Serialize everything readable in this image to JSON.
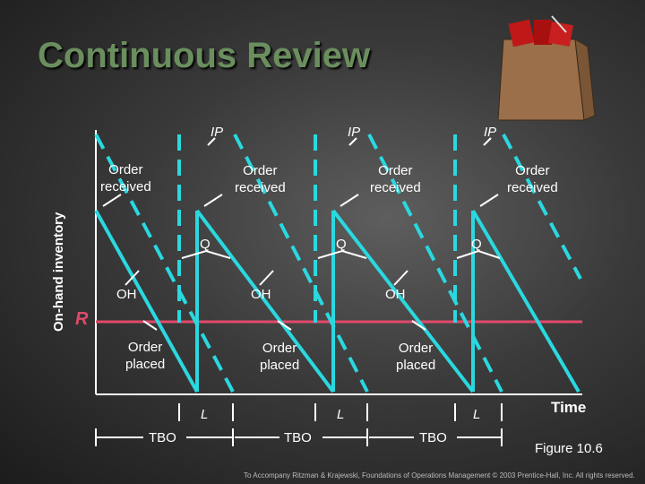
{
  "title": "Continuous Review",
  "y_axis_label": "On-hand inventory",
  "x_axis_label": "Time",
  "reorder_point_label": "R",
  "ip_labels": [
    "IP",
    "IP",
    "IP"
  ],
  "order_received_labels": [
    "Order\nreceived",
    "Order\nreceived",
    "Order\nreceived",
    "Order\nreceived"
  ],
  "q_labels": [
    "Q",
    "Q",
    "Q"
  ],
  "oh_labels": [
    "OH",
    "OH",
    "OH"
  ],
  "order_placed_labels": [
    "Order\nplaced",
    "Order\nplaced",
    "Order\nplaced"
  ],
  "l_labels": [
    "L",
    "L",
    "L"
  ],
  "tbo_labels": [
    "TBO",
    "TBO",
    "TBO"
  ],
  "figure_label": "Figure 10.6",
  "footer": "To Accompany Ritzman & Krajewski, Foundations of Operations Management © 2003 Prentice-Hall, Inc. All rights reserved.",
  "colors": {
    "inventory_line": "#2ad8e0",
    "reorder_line": "#e04a6a",
    "title": "#6b8e5e"
  }
}
